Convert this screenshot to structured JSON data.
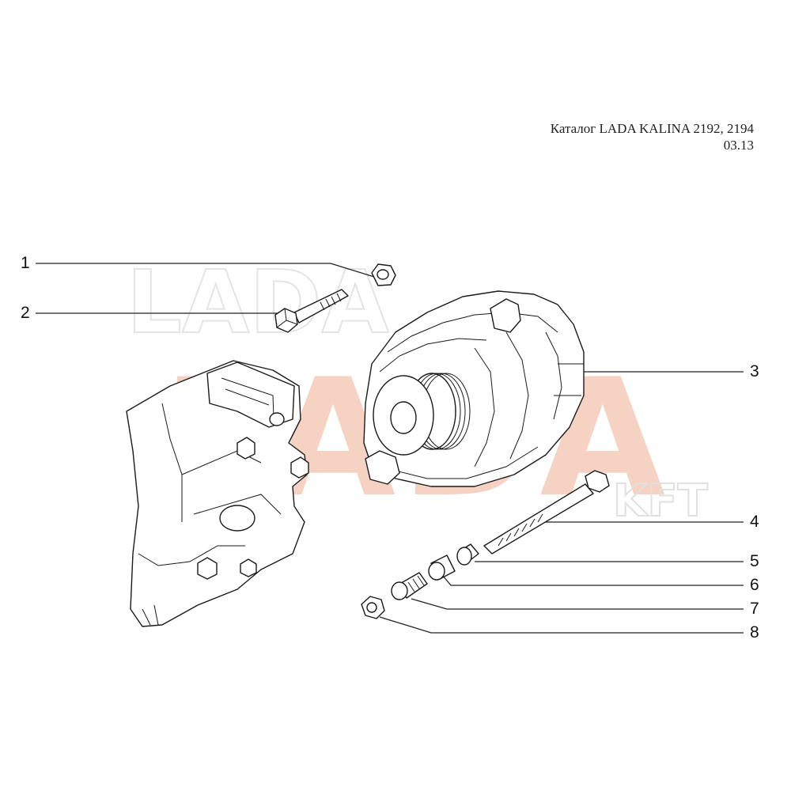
{
  "header": {
    "line1": "Каталог LADA KALINA 2192, 2194",
    "line2": "03.13"
  },
  "watermark": {
    "text": "LADA",
    "suffix": "KFT",
    "color": "#f6d2c3",
    "outline_color": "#e6e6e6"
  },
  "callouts": [
    {
      "number": "1",
      "part": "nut"
    },
    {
      "number": "2",
      "part": "bolt"
    },
    {
      "number": "3",
      "part": "generator"
    },
    {
      "number": "4",
      "part": "long-bolt"
    },
    {
      "number": "5",
      "part": "bushing"
    },
    {
      "number": "6",
      "part": "bushing"
    },
    {
      "number": "7",
      "part": "sleeve"
    },
    {
      "number": "8",
      "part": "nut"
    }
  ]
}
